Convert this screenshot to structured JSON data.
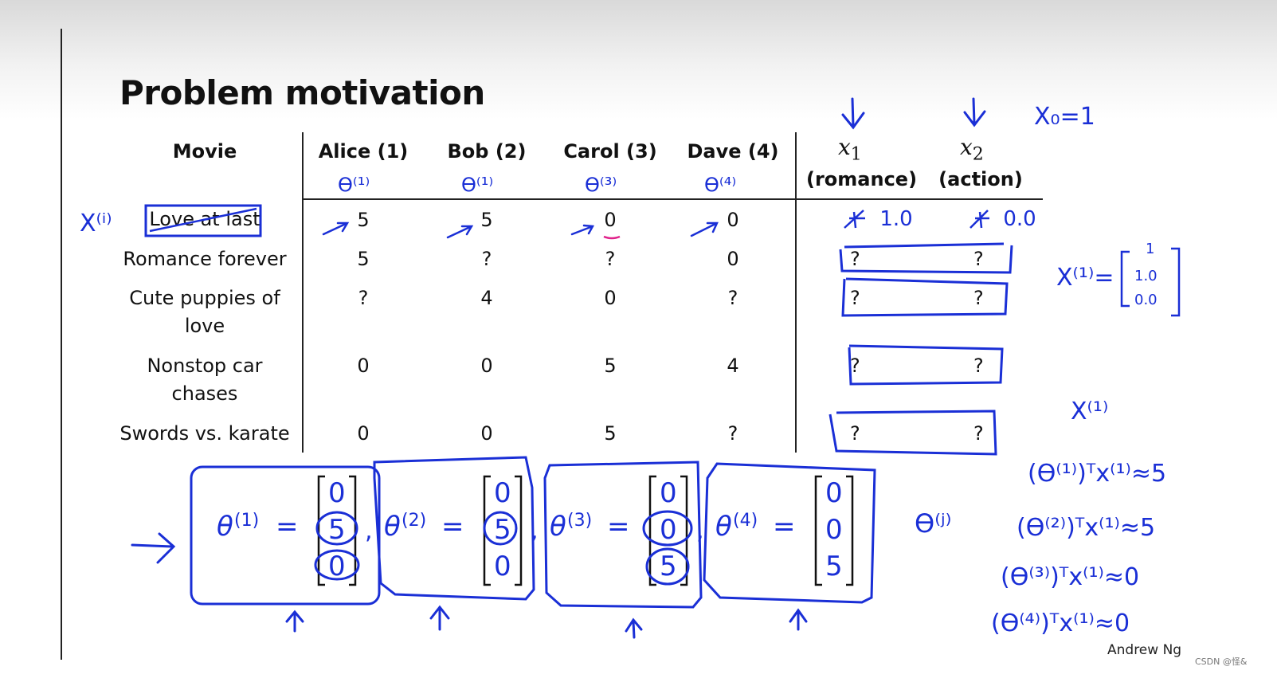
{
  "slide": {
    "title": "Problem motivation",
    "author": "Andrew Ng",
    "watermark": "CSDN @怪&"
  },
  "table": {
    "headers": {
      "movie": "Movie",
      "users": [
        "Alice (1)",
        "Bob (2)",
        "Carol (3)",
        "Dave (4)"
      ],
      "x1": "x",
      "x1_sub": "1",
      "x1_label": "(romance)",
      "x2": "x",
      "x2_sub": "2",
      "x2_label": "(action)"
    },
    "rows": [
      {
        "movie": "Love at last",
        "ratings": [
          "5",
          "5",
          "0",
          "0"
        ],
        "x1": "1.0",
        "x2": "0.0"
      },
      {
        "movie": "Romance forever",
        "ratings": [
          "5",
          "?",
          "?",
          "0"
        ],
        "x1": "?",
        "x2": "?"
      },
      {
        "movie": "Cute puppies of love",
        "ratings": [
          "?",
          "4",
          "0",
          "?"
        ],
        "x1": "?",
        "x2": "?"
      },
      {
        "movie": "Nonstop car chases",
        "ratings": [
          "0",
          "0",
          "5",
          "4"
        ],
        "x1": "?",
        "x2": "?"
      },
      {
        "movie": "Swords vs. karate",
        "ratings": [
          "0",
          "0",
          "5",
          "?"
        ],
        "x1": "?",
        "x2": "?"
      }
    ]
  },
  "theta_vectors": [
    {
      "name": "θ",
      "sup": "(1)",
      "values": [
        "0",
        "5",
        "0"
      ]
    },
    {
      "name": "θ",
      "sup": "(2)",
      "values": [
        "0",
        "5",
        "0"
      ]
    },
    {
      "name": "θ",
      "sup": "(3)",
      "values": [
        "0",
        "0",
        "5"
      ]
    },
    {
      "name": "θ",
      "sup": "(4)",
      "values": [
        "0",
        "0",
        "5"
      ]
    }
  ],
  "annotations": {
    "x0_note": "X₀=1",
    "x_i_label": "X⁽ⁱ⁾",
    "theta_labels": [
      "ϴ⁽¹⁾",
      "ϴ⁽¹⁾",
      "ϴ⁽³⁾",
      "ϴ⁽⁴⁾"
    ],
    "x1_vector_label": "X⁽¹⁾=",
    "x1_vector_values": [
      "1",
      "1.0",
      "0.0"
    ],
    "x1_standalone": "X⁽¹⁾",
    "theta_j": "ϴ⁽ʲ⁾",
    "equations": [
      "(ϴ⁽¹⁾)ᵀx⁽¹⁾≈5",
      "(ϴ⁽²⁾)ᵀx⁽¹⁾≈5",
      "(ϴ⁽³⁾)ᵀx⁽¹⁾≈0",
      "(ϴ⁽⁴⁾)ᵀx⁽¹⁾≈0"
    ]
  },
  "ink_color": "#1a2fd6",
  "accent_color": "#e0218a"
}
